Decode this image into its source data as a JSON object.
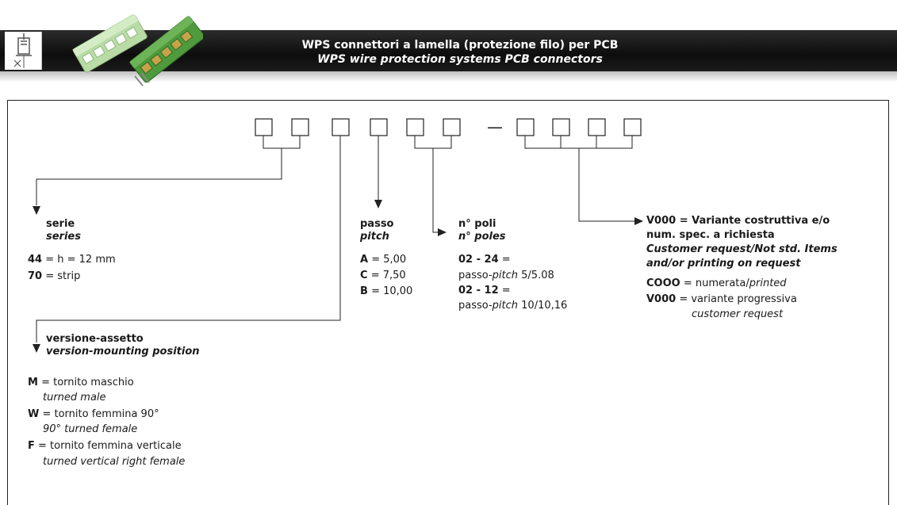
{
  "header": {
    "title_it": "WPS connettori a lamella (protezione filo) per PCB",
    "title_en": "WPS wire protection systems PCB connectors"
  },
  "code": {
    "separator": "—"
  },
  "series": {
    "label_it": "serie",
    "label_en": "series",
    "options": [
      {
        "code": "44",
        "desc": "= h = 12 mm"
      },
      {
        "code": "70",
        "desc": "= strip"
      }
    ]
  },
  "pitch": {
    "label_it": "passo",
    "label_en": "pitch",
    "options": [
      {
        "code": "A",
        "desc": "= 5,00"
      },
      {
        "code": "C",
        "desc": "= 7,50"
      },
      {
        "code": "B",
        "desc": "= 10,00"
      }
    ]
  },
  "poles": {
    "label_it": "n° poli",
    "label_en": "n° poles",
    "options": [
      {
        "code": "02 - 24",
        "desc": " =",
        "line2_a": "passo-",
        "line2_b": "pitch",
        "line2_c": " 5/5.08"
      },
      {
        "code": "02 - 12",
        "desc": " =",
        "line2_a": "passo-",
        "line2_b": "pitch",
        "line2_c": " 10/10,16"
      }
    ]
  },
  "variant": {
    "line1": "V000 = Variante costruttiva e/o",
    "line2": "num. spec. a richiesta",
    "line3": "Customer request/Not std. Items",
    "line4": "and/or printing on request",
    "options": [
      {
        "code": "COOO",
        "desc_a": " = numerata/",
        "desc_b": "printed"
      },
      {
        "code": "V000",
        "desc_a": " = variante progressiva",
        "line2": "customer request"
      }
    ]
  },
  "version": {
    "label_it": "versione-assetto",
    "label_en": "version-mounting position",
    "options": [
      {
        "code": "M",
        "desc": " = tornito maschio",
        "en": "turned male"
      },
      {
        "code": "W",
        "desc": " = tornito femmina 90°",
        "en": "90° turned female"
      },
      {
        "code": "F",
        "desc": "  = tornito femmina verticale",
        "en": "turned vertical right female"
      }
    ]
  }
}
